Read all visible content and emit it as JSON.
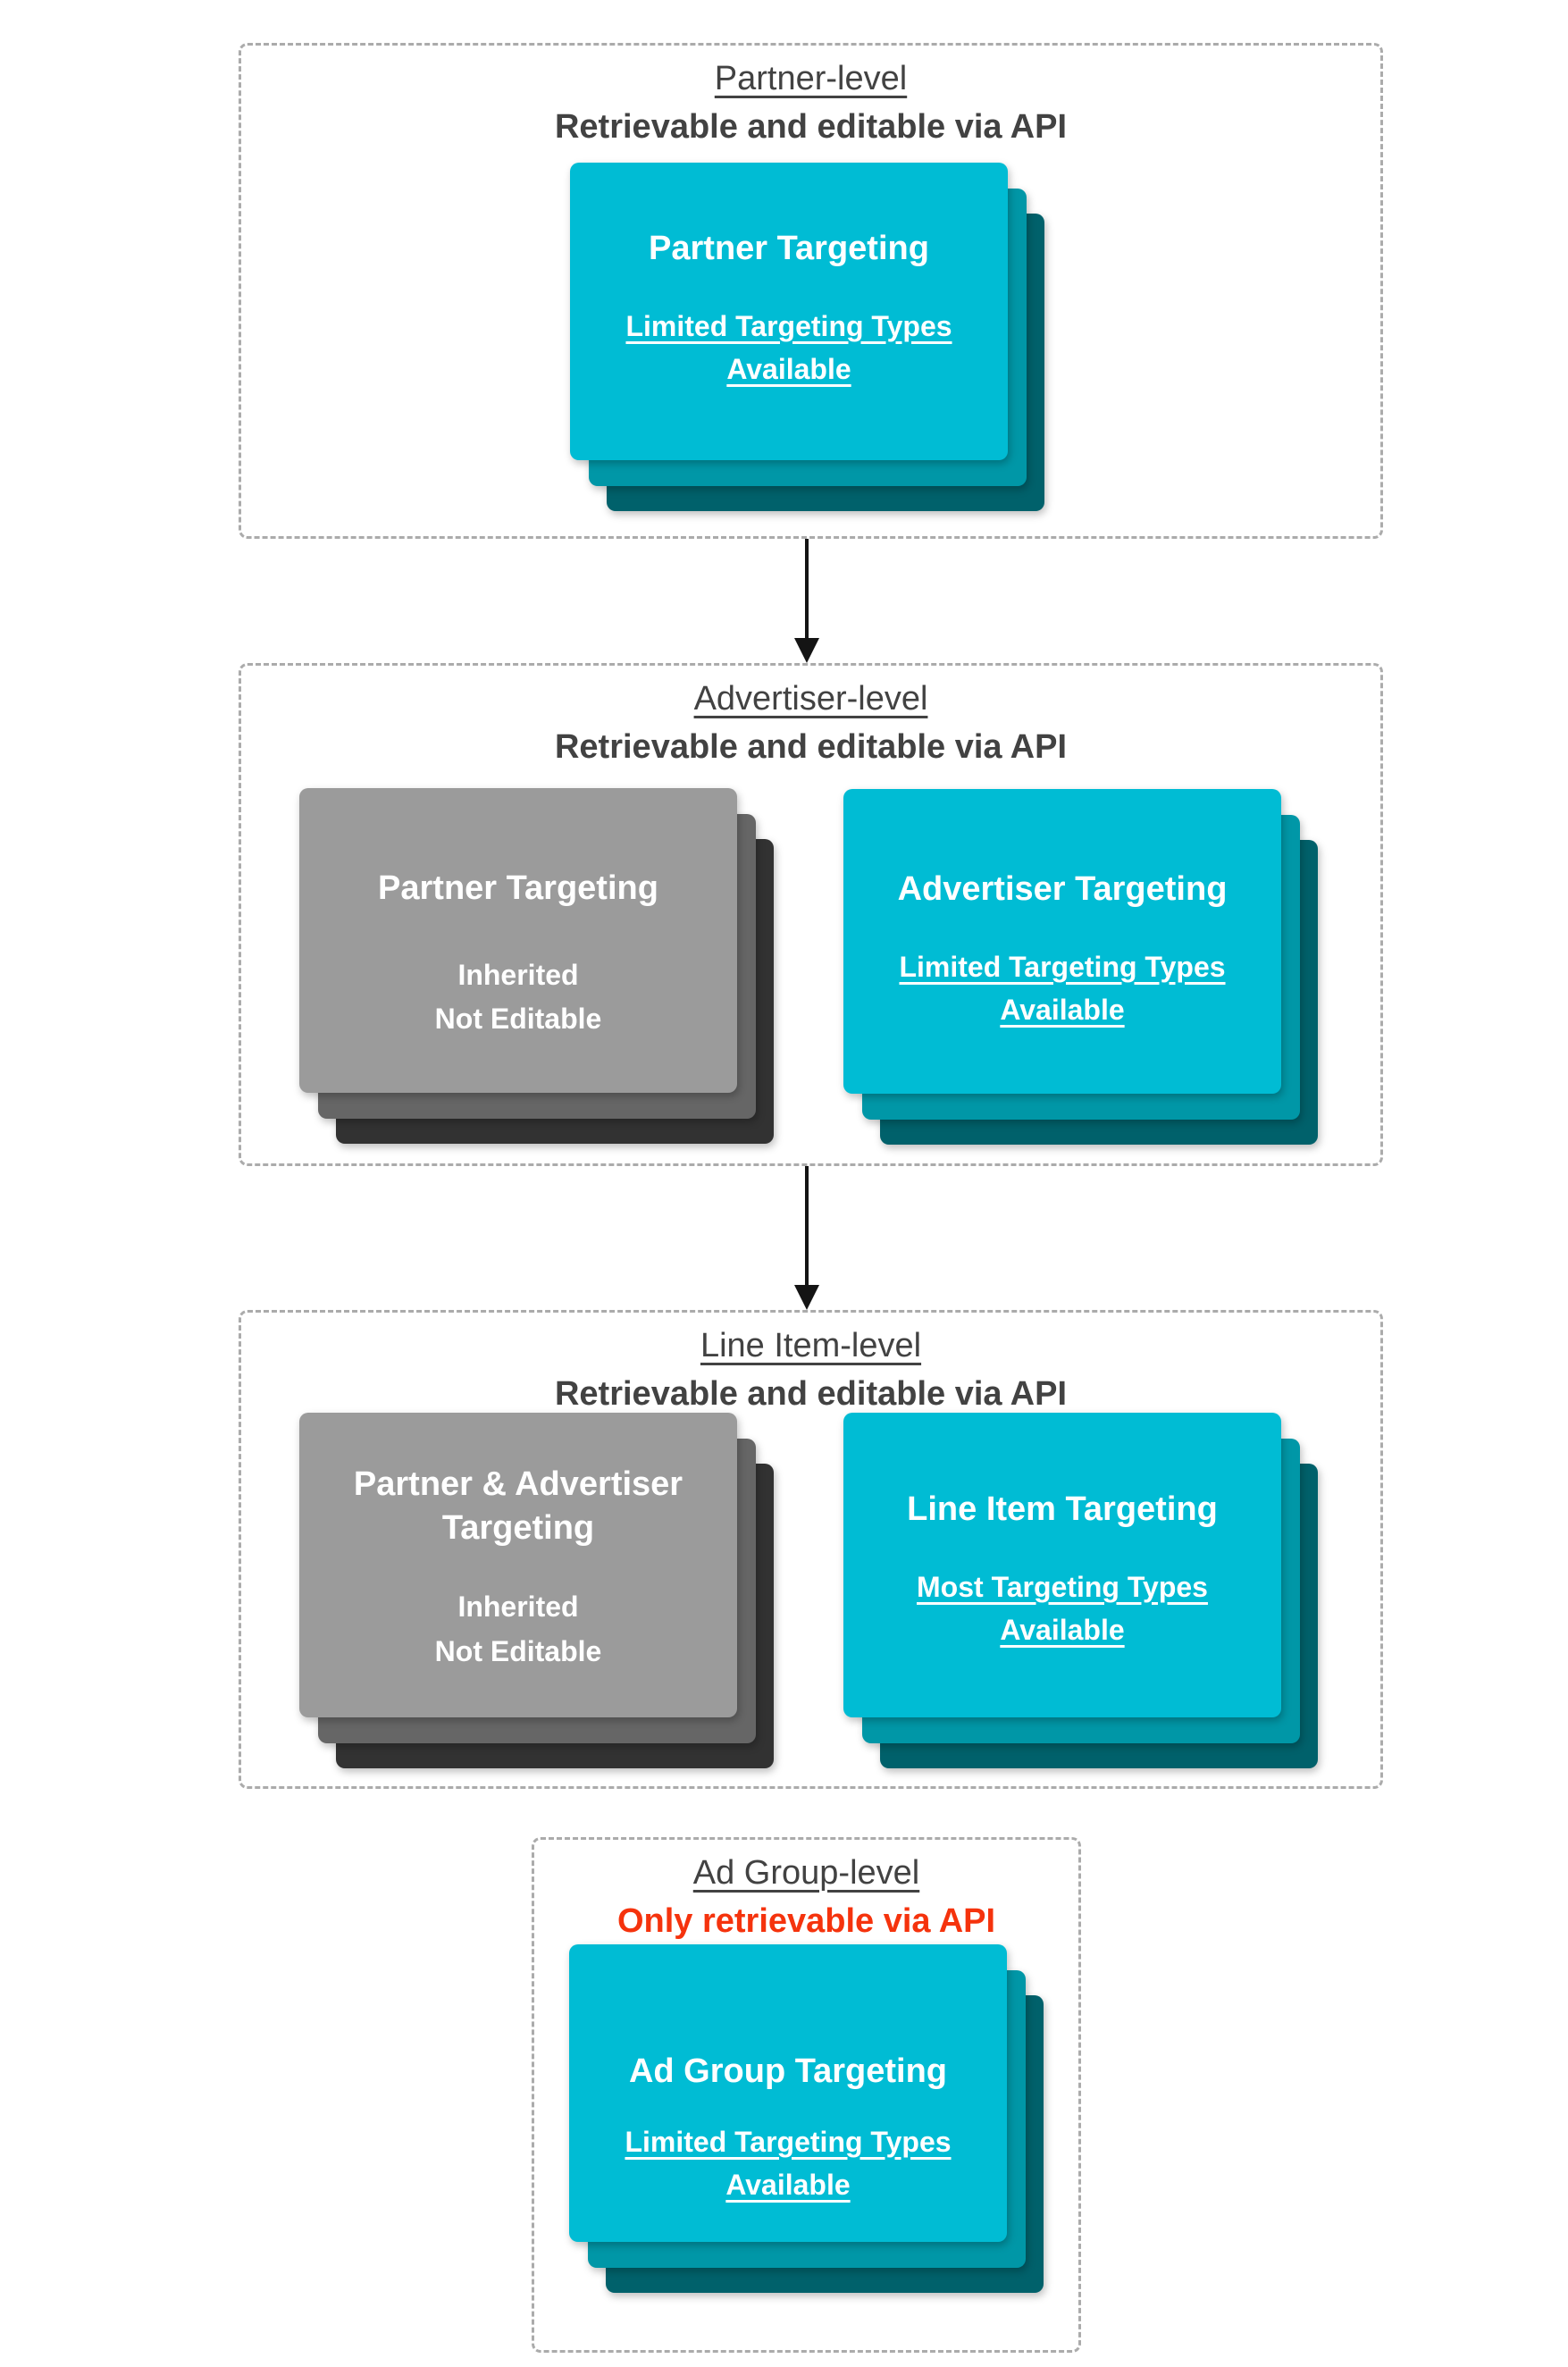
{
  "palette": {
    "teal_front": "#00bcd4",
    "teal_mid": "#0097a7",
    "teal_back": "#00616b",
    "gray_front": "#9b9b9b",
    "gray_mid": "#666666",
    "gray_back": "#323232",
    "heading_text": "#424242",
    "red_text": "#f5330d",
    "dashed_border": "#ababab",
    "arrow": "#141414",
    "card_text": "#ffffff"
  },
  "sections": [
    {
      "id": "partner-level",
      "heading": "Partner-level",
      "subheading": "Retrievable and editable via API",
      "cards": [
        {
          "variant": "teal",
          "title_lines": [
            "Partner Targeting"
          ],
          "subtitle_lines": [
            "Limited Targeting Types",
            "Available"
          ],
          "subtitle_underline": true
        }
      ]
    },
    {
      "id": "advertiser-level",
      "heading": "Advertiser-level",
      "subheading": "Retrievable and editable via API",
      "cards": [
        {
          "variant": "gray",
          "title_lines": [
            "Partner Targeting"
          ],
          "body_lines": [
            "Inherited",
            "Not Editable"
          ]
        },
        {
          "variant": "teal",
          "title_lines": [
            "Advertiser Targeting"
          ],
          "subtitle_lines": [
            "Limited Targeting Types",
            "Available"
          ],
          "subtitle_underline": true
        }
      ]
    },
    {
      "id": "line-item-level",
      "heading": "Line Item-level",
      "subheading": "Retrievable and editable via API",
      "cards": [
        {
          "variant": "gray",
          "title_lines": [
            "Partner & Advertiser",
            "Targeting"
          ],
          "body_lines": [
            "Inherited",
            "Not Editable"
          ]
        },
        {
          "variant": "teal",
          "title_lines": [
            "Line Item Targeting"
          ],
          "subtitle_lines": [
            "Most Targeting Types",
            "Available"
          ],
          "subtitle_underline": true
        }
      ]
    },
    {
      "id": "ad-group-level",
      "heading": "Ad Group-level",
      "subheading": "Only retrievable via API",
      "subheading_is_red": true,
      "cards": [
        {
          "variant": "teal",
          "title_lines": [
            "Ad Group Targeting"
          ],
          "subtitle_lines": [
            "Limited Targeting Types",
            "Available"
          ],
          "subtitle_underline": true
        }
      ]
    }
  ]
}
